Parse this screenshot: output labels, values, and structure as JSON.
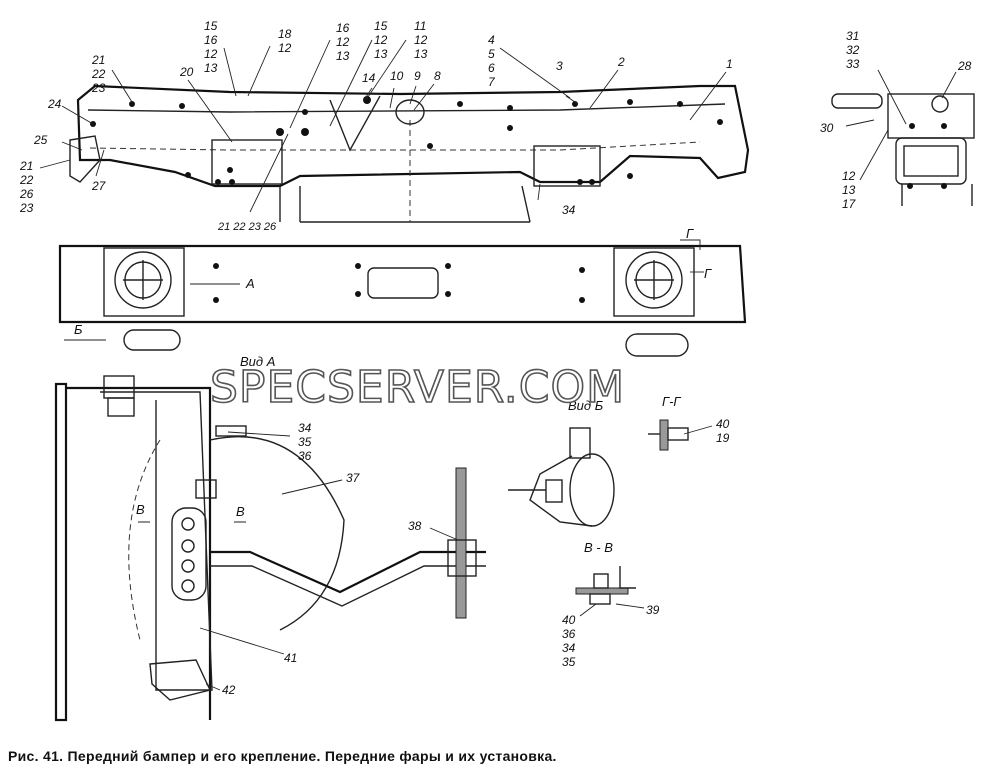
{
  "caption": "Рис. 41. Передний бампер и его крепление. Передние фары  и их установка.",
  "watermark": "SPECSERVER.COM",
  "views": {
    "vid_a": "Вид А",
    "vid_b": "Вид Б",
    "section_g": "Г-Г",
    "section_v": "В - В",
    "arrow_a": "А",
    "arrow_b": "Б",
    "arrow_v1": "В",
    "arrow_v2": "В",
    "arrow_g1": "Г",
    "arrow_g2": "Г"
  },
  "callouts": {
    "c15a": "15",
    "c16a": "16",
    "c12a": "12",
    "c13a": "13",
    "c18": "18",
    "c12b": "12",
    "c16b": "16",
    "c12c": "12",
    "c13c": "13",
    "c15b": "15",
    "c12d": "12",
    "c13d": "13",
    "c11": "11",
    "c12e": "12",
    "c13e": "13",
    "c4": "4",
    "c5": "5",
    "c6": "6",
    "c7": "7",
    "c3": "3",
    "c2": "2",
    "c1": "1",
    "c14": "14",
    "c10": "10",
    "c9": "9",
    "c8": "8",
    "c21a": "21",
    "c22a": "22",
    "c23a": "23",
    "c20": "20",
    "c24": "24",
    "c25": "25",
    "c21b": "21",
    "c22b": "22",
    "c26b": "26",
    "c23b": "23",
    "c27": "27",
    "c_bottom": "21 22 23 26",
    "c34a": "34",
    "c31": "31",
    "c32": "32",
    "c33": "33",
    "c28": "28",
    "c30": "30",
    "c12f": "12",
    "c13f": "13",
    "c17": "17",
    "c34b": "34",
    "c35b": "35",
    "c36b": "36",
    "c37": "37",
    "c38": "38",
    "c41": "41",
    "c42": "42",
    "c40a": "40",
    "c19": "19",
    "c39": "39",
    "c40b": "40",
    "c36c": "36",
    "c34c": "34",
    "c35c": "35"
  }
}
